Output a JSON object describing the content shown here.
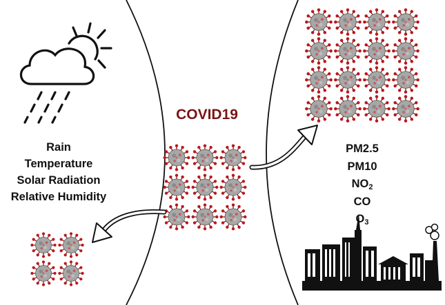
{
  "title": "COVID19",
  "weather_factors": [
    "Rain",
    "Temperature",
    "Solar Radiation",
    "Relative Humidity"
  ],
  "pollutants": [
    {
      "main": "PM2.5",
      "sub": ""
    },
    {
      "main": "PM10",
      "sub": ""
    },
    {
      "main": "NO",
      "sub": "2"
    },
    {
      "main": "CO",
      "sub": ""
    },
    {
      "main": "O",
      "sub": "3"
    }
  ],
  "colors": {
    "title": "#7a1414",
    "virus_spike": "#b8191c",
    "virus_body": "#9a9a9a",
    "text": "#111111"
  },
  "icons": [
    "weather-cloud-sun-rain-icon",
    "virus-icon",
    "curved-arrow-icon",
    "city-skyline-icon"
  ]
}
